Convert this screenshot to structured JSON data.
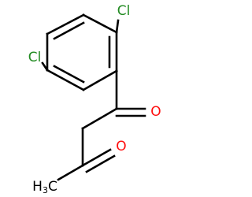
{
  "molecule": {
    "atoms": {
      "cl_top": {
        "symbol": "Cl",
        "color": "#228b22"
      },
      "cl_left": {
        "symbol": "Cl",
        "color": "#228b22"
      },
      "o_ketone": {
        "symbol": "O",
        "color": "#ff0d0d"
      },
      "o_methyl_ketone": {
        "symbol": "O",
        "color": "#ff0d0d"
      },
      "methyl": {
        "main": "H",
        "sub": "3",
        "tail": "C",
        "color": "#000000"
      }
    },
    "bond_color": "#000000"
  }
}
